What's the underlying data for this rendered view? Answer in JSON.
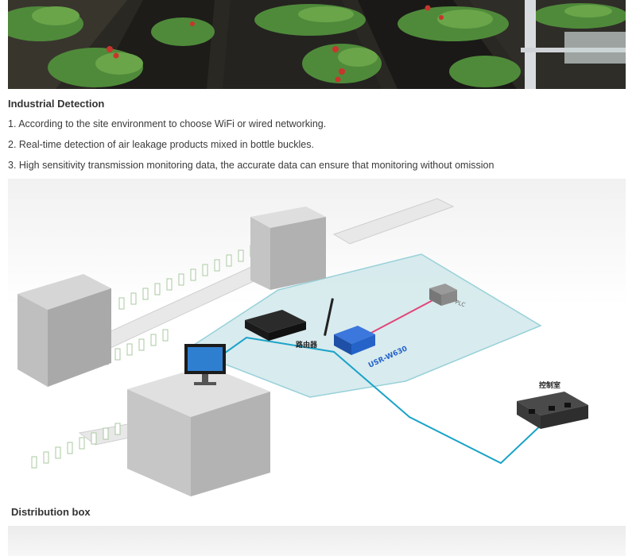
{
  "sections": [
    {
      "title": "Industrial Detection",
      "items": [
        "1. According to the site environment to choose WiFi or wired networking.",
        "2. Real-time detection of air leakage products mixed in bottle buckles.",
        "3. High sensitivity transmission monitoring data, the accurate data can ensure that monitoring without omission"
      ]
    },
    {
      "title": "Distribution box"
    }
  ],
  "diagram": {
    "router_label": "路由器",
    "device_label": "USR-W630",
    "plc_label": "PLC",
    "control_room_label": "控制室"
  },
  "colors": {
    "floor": "#cfe7ea",
    "floor_edge": "#7ec6d0",
    "cable_blue": "#1aa3c9",
    "cable_pink": "#e0457b",
    "device_blue": "#2563c9",
    "text_dark": "#333333"
  },
  "icons": {
    "photo": "strawberry-greenhouse-photo",
    "router": "router-icon",
    "device": "usr-w630-device-icon",
    "plc": "plc-icon",
    "monitor": "computer-monitor-icon",
    "control_room": "control-room-icon"
  }
}
